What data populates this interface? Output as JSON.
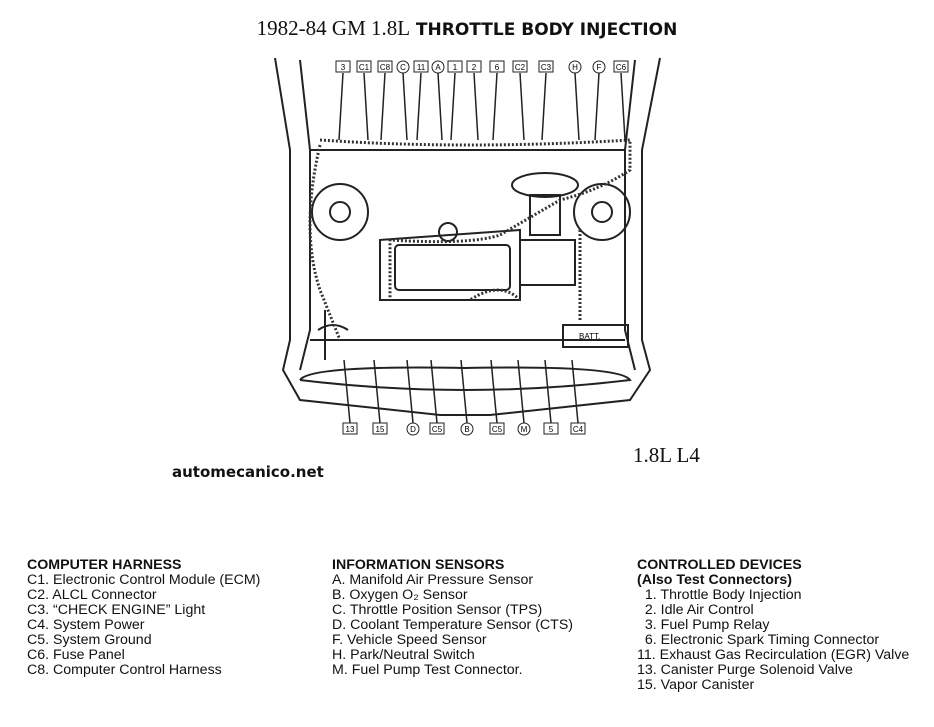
{
  "title": {
    "main": "1982-84 GM 1.8L",
    "sub": "THROTTLE BODY INJECTION"
  },
  "engine_label": "1.8L L4",
  "site": "automecanico.net",
  "diagram": {
    "top_labels": [
      {
        "t": "3",
        "box": true
      },
      {
        "t": "C1",
        "box": true
      },
      {
        "t": "C8",
        "box": true
      },
      {
        "t": "C",
        "box": false
      },
      {
        "t": "11",
        "box": true
      },
      {
        "t": "A",
        "box": false
      },
      {
        "t": "1",
        "box": true
      },
      {
        "t": "2",
        "box": true
      },
      {
        "t": "6",
        "box": true
      },
      {
        "t": "C2",
        "box": true
      },
      {
        "t": "C3",
        "box": true
      },
      {
        "t": "H",
        "box": false
      },
      {
        "t": "F",
        "box": false
      },
      {
        "t": "C6",
        "box": true
      }
    ],
    "bottom_labels": [
      {
        "t": "13",
        "box": true
      },
      {
        "t": "15",
        "box": true
      },
      {
        "t": "D",
        "box": false
      },
      {
        "t": "C5",
        "box": true
      },
      {
        "t": "B",
        "box": false
      },
      {
        "t": "C5",
        "box": true
      },
      {
        "t": "M",
        "box": false
      },
      {
        "t": "5",
        "box": true
      },
      {
        "t": "C4",
        "box": true
      }
    ],
    "battery_label": "BATT."
  },
  "legend": [
    {
      "heading": "COMPUTER HARNESS",
      "subheading": "",
      "items": [
        "C1. Electronic Control Module (ECM)",
        "C2. ALCL Connector",
        "C3. “CHECK ENGINE” Light",
        "C4. System Power",
        "C5. System Ground",
        "C6. Fuse Panel",
        "C8. Computer Control Harness"
      ]
    },
    {
      "heading": "INFORMATION SENSORS",
      "subheading": "",
      "items": [
        "A. Manifold Air Pressure Sensor",
        "B. Oxygen O₂ Sensor",
        "C. Throttle Position Sensor (TPS)",
        "D. Coolant Temperature Sensor (CTS)",
        "F. Vehicle Speed Sensor",
        "H. Park/Neutral Switch",
        "M. Fuel Pump Test Connector."
      ]
    },
    {
      "heading": "CONTROLLED DEVICES",
      "subheading": "(Also Test Connectors)",
      "items": [
        "  1. Throttle Body Injection",
        "  2. Idle Air Control",
        "  3. Fuel Pump Relay",
        "  6. Electronic Spark Timing Connector",
        "11. Exhaust Gas Recirculation (EGR) Valve",
        "13. Canister Purge Solenoid Valve",
        "15. Vapor Canister"
      ]
    }
  ]
}
